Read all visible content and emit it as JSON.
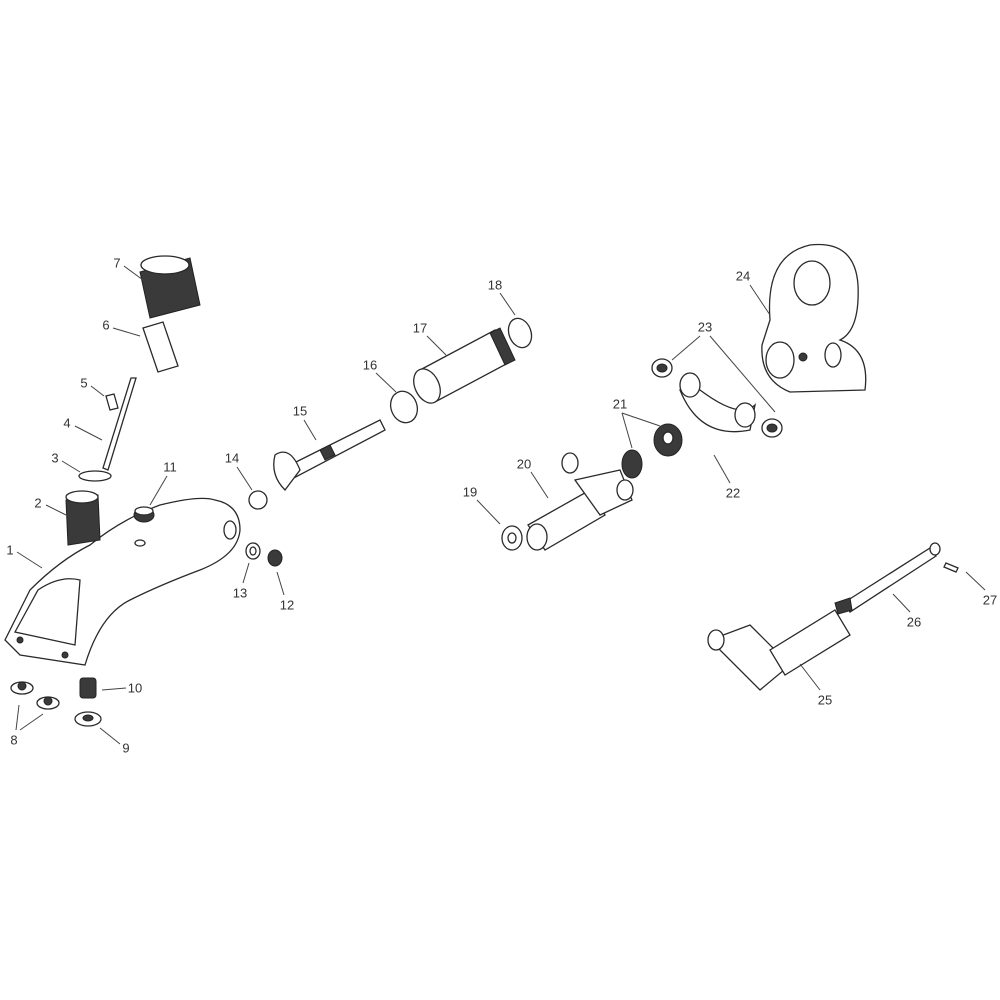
{
  "diagram": {
    "type": "exploded-parts-view",
    "callouts": [
      {
        "id": "1",
        "label": "1"
      },
      {
        "id": "2",
        "label": "2"
      },
      {
        "id": "3",
        "label": "3"
      },
      {
        "id": "4",
        "label": "4"
      },
      {
        "id": "5",
        "label": "5"
      },
      {
        "id": "6",
        "label": "6"
      },
      {
        "id": "7",
        "label": "7"
      },
      {
        "id": "8",
        "label": "8"
      },
      {
        "id": "9",
        "label": "9"
      },
      {
        "id": "10",
        "label": "10"
      },
      {
        "id": "11",
        "label": "11"
      },
      {
        "id": "12",
        "label": "12"
      },
      {
        "id": "13",
        "label": "13"
      },
      {
        "id": "14",
        "label": "14"
      },
      {
        "id": "15",
        "label": "15"
      },
      {
        "id": "16",
        "label": "16"
      },
      {
        "id": "17",
        "label": "17"
      },
      {
        "id": "18",
        "label": "18"
      },
      {
        "id": "19",
        "label": "19"
      },
      {
        "id": "20",
        "label": "20"
      },
      {
        "id": "21",
        "label": "21"
      },
      {
        "id": "22",
        "label": "22"
      },
      {
        "id": "23",
        "label": "23"
      },
      {
        "id": "24",
        "label": "24"
      },
      {
        "id": "25",
        "label": "25"
      },
      {
        "id": "26",
        "label": "26"
      },
      {
        "id": "27",
        "label": "27"
      }
    ]
  }
}
